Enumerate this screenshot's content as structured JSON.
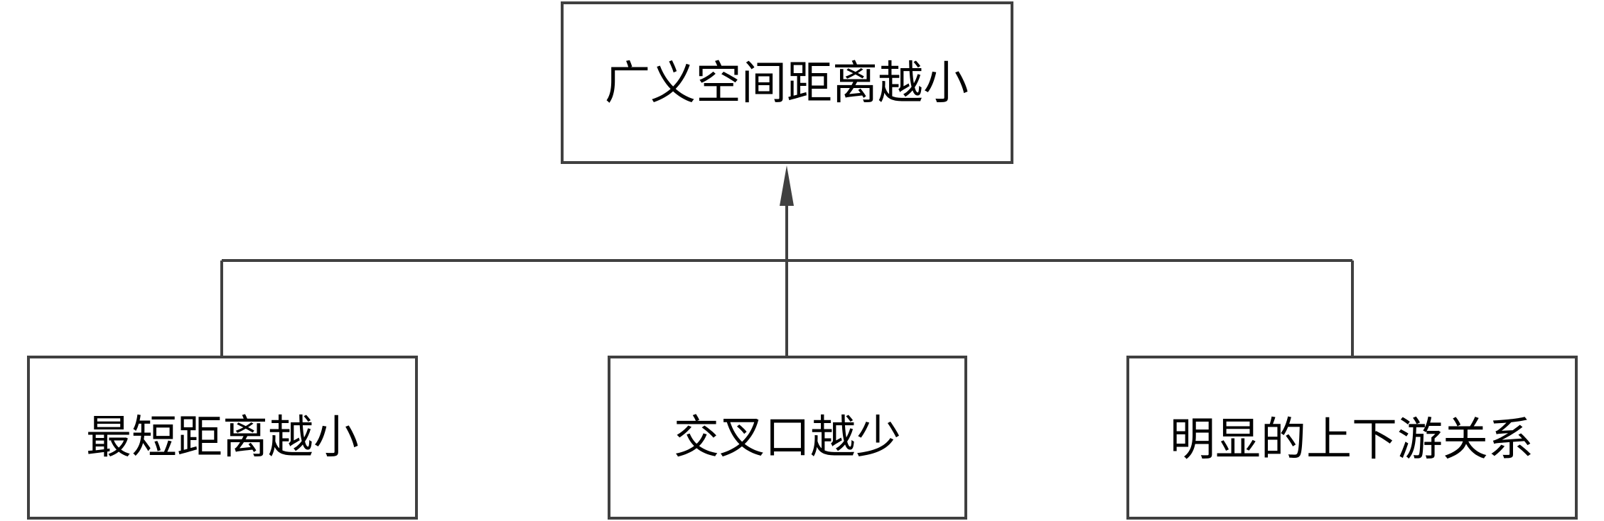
{
  "diagram": {
    "top_node": "广义空间距离越小",
    "children": [
      "最短距离越小",
      "交叉口越少",
      "明显的上下游关系"
    ],
    "line_color": "#404040"
  }
}
